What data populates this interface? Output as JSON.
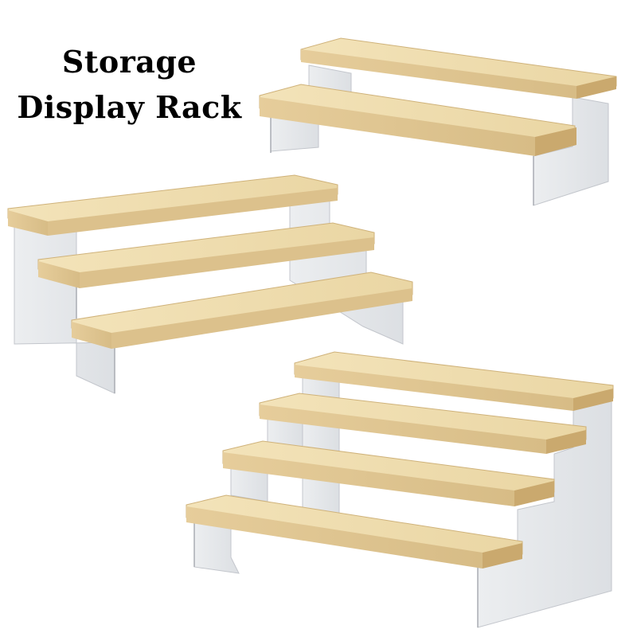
{
  "title": {
    "line1": "Storage",
    "line2": "Display Rack"
  },
  "racks": [
    {
      "name": "two-tier-rack",
      "tiers": 2
    },
    {
      "name": "three-tier-rack",
      "tiers": 3
    },
    {
      "name": "four-tier-rack",
      "tiers": 4
    }
  ],
  "colors": {
    "wood_top": "#f0dfb3",
    "wood_front": "#ddc390",
    "wood_edge": "#c9ab73",
    "acrylic": "#e6e7ea",
    "acrylic_shade": "#d6d8dc",
    "acrylic_edge": "#b9bcc2"
  }
}
